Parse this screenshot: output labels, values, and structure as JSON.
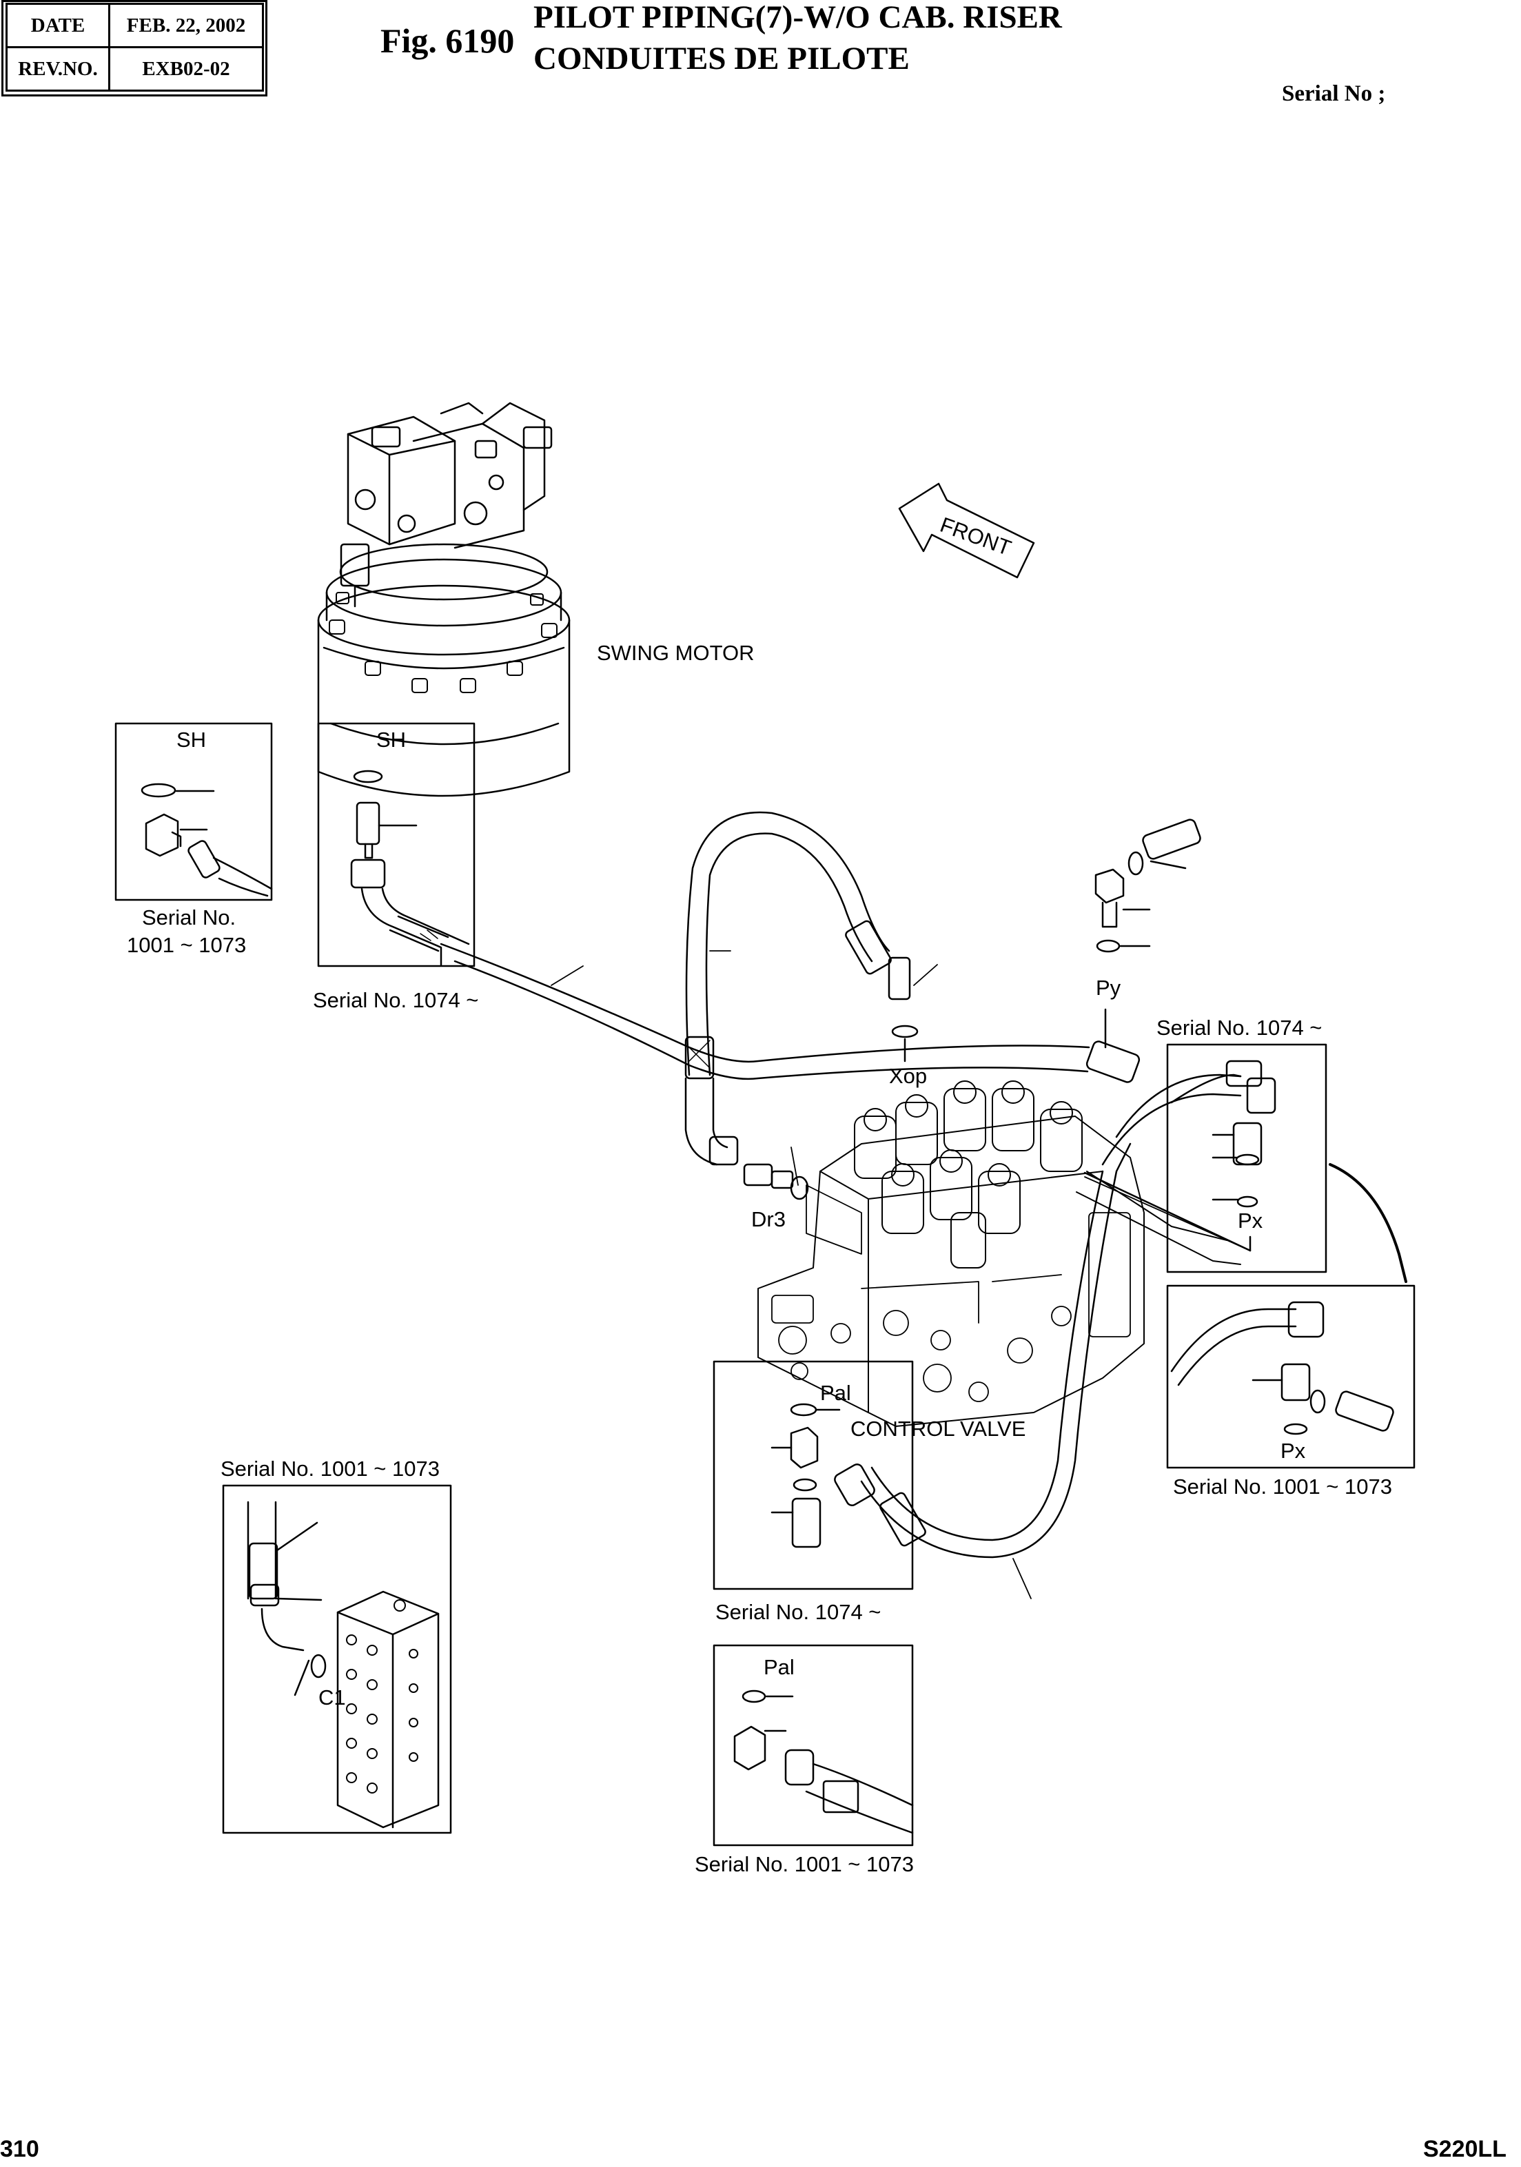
{
  "header": {
    "date_label": "DATE",
    "date_value": "FEB. 22, 2002",
    "rev_label": "REV.NO.",
    "rev_value": "EXB02-02",
    "fig_number": "Fig. 6190",
    "title_en": "PILOT PIPING(7)-W/O CAB. RISER",
    "title_fr": "CONDUITES DE PILOTE",
    "serial_no": "Serial No ;"
  },
  "labels": {
    "swing_motor": "SWING MOTOR",
    "control_valve": "CONTROL VALVE",
    "front": "FRONT",
    "sh_1": "SH",
    "sh_2": "SH",
    "serial_1001_1073_a_line1": "Serial No.",
    "serial_1001_1073_a_line2": "1001 ~ 1073",
    "serial_1074_a": "Serial No. 1074 ~",
    "py": "Py",
    "xop": "Xop",
    "dr3": "Dr3",
    "serial_1074_b": "Serial No. 1074 ~",
    "px_1": "Px",
    "px_2": "Px",
    "serial_1001_1073_b": "Serial No. 1001 ~ 1073",
    "pal_1": "Pal",
    "serial_1001_1073_c": "Serial No. 1001 ~ 1073",
    "c1": "C1",
    "serial_1074_c": "Serial No. 1074 ~",
    "pal_2": "Pal",
    "serial_1001_1073_d": "Serial No. 1001 ~ 1073"
  },
  "footer": {
    "page_number": "310",
    "model": "S220LL"
  }
}
